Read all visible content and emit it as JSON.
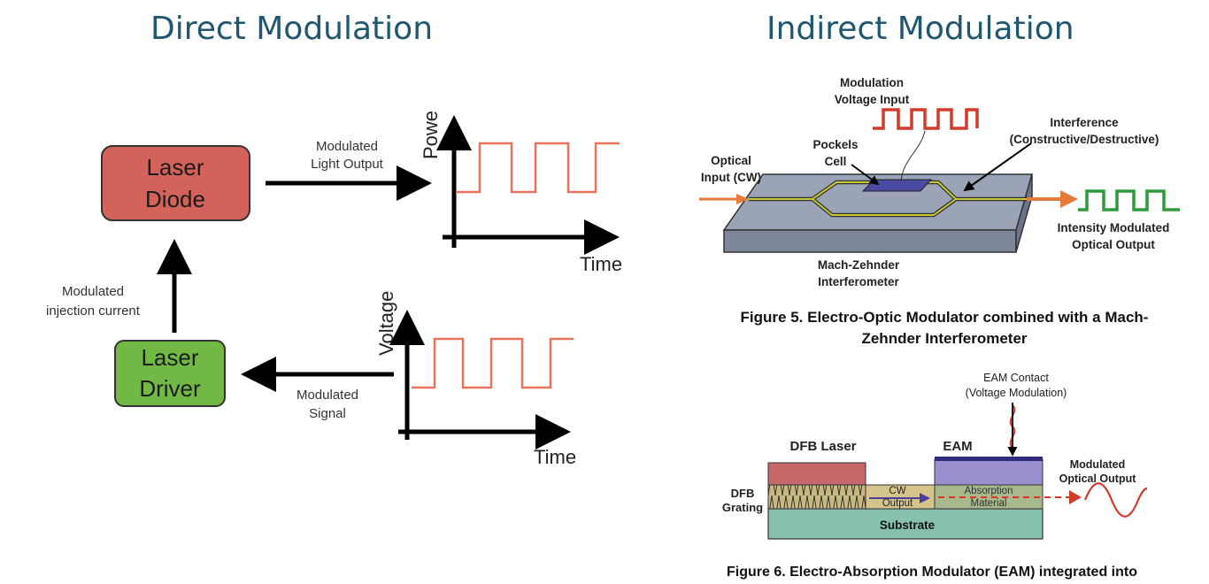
{
  "headings": {
    "direct": "Direct Modulation",
    "indirect": "Indirect Modulation"
  },
  "direct": {
    "laser_diode": [
      "Laser",
      "Diode"
    ],
    "laser_driver": [
      "Laser",
      "Driver"
    ],
    "light_output": [
      "Modulated",
      "Light Output"
    ],
    "injection_current": [
      "Modulated",
      "injection current"
    ],
    "signal": [
      "Modulated",
      "Signal"
    ],
    "power_axis": "Powe",
    "voltage_axis": "Voltage",
    "time_axis_top": "Time",
    "time_axis_bottom": "Time"
  },
  "mzi": {
    "mod_input": [
      "Modulation",
      "Voltage Input"
    ],
    "pockels": [
      "Pockels",
      "Cell"
    ],
    "interference": [
      "Interference",
      "(Constructive/Destructive)"
    ],
    "optical_input": [
      "Optical",
      "Input (CW)"
    ],
    "output": [
      "Intensity Modulated",
      "Optical Output"
    ],
    "mzi_label": [
      "Mach-Zehnder",
      "Interferometer"
    ],
    "caption": [
      "Figure 5.  Electro-Optic Modulator combined with a Mach-",
      "Zehnder Interferometer"
    ]
  },
  "eam": {
    "contact": [
      "EAM Contact",
      "(Voltage Modulation)"
    ],
    "dfb_laser": "DFB Laser",
    "eam_label": "EAM",
    "modulated_output": [
      "Modulated",
      "Optical Output"
    ],
    "dfb_grating": [
      "DFB",
      "Grating"
    ],
    "cw_output": [
      "CW",
      "Output"
    ],
    "absorption": [
      "Absorption",
      "Material"
    ],
    "substrate": "Substrate",
    "caption": "Figure 6.  Electro-Absorption Modulator (EAM) integrated into"
  },
  "colors": {
    "heading": "#1f5670",
    "laser_diode_fill": "#d3625a",
    "laser_driver_fill": "#72b844",
    "signal_wave": "#e8735a",
    "mod_input_wave": "#d23a2a",
    "output_wave": "#2f9a3c",
    "mzi_path": "#c8c830",
    "laser_beam": "#e57a3a"
  }
}
